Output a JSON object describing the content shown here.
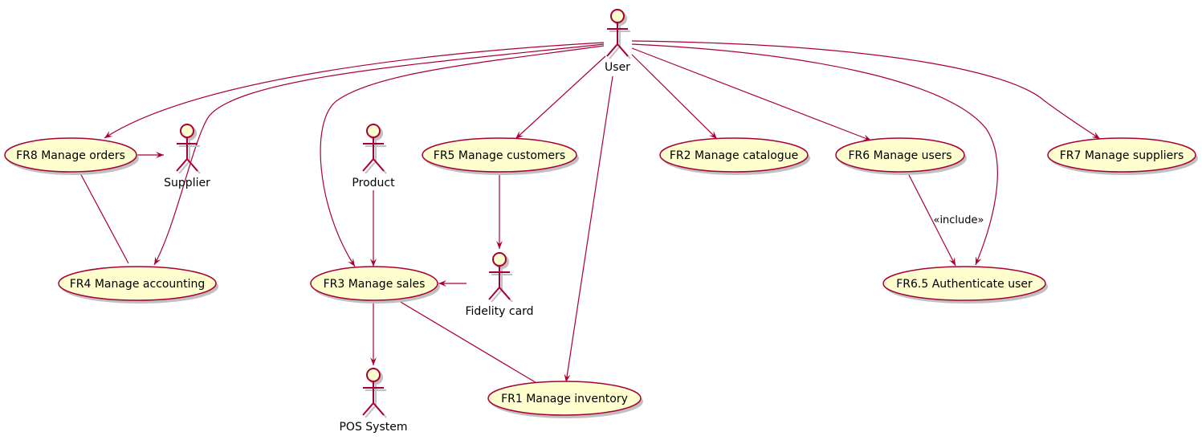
{
  "colors": {
    "line": "#A80036",
    "fill": "#FEFECE",
    "shadow": "#C0C0C0",
    "text": "#000000",
    "background": "#FFFFFF"
  },
  "actors": {
    "user": "User",
    "supplier": "Supplier",
    "product": "Product",
    "fidelity_card": "Fidelity card",
    "pos_system": "POS System"
  },
  "use_cases": {
    "fr8": "FR8 Manage orders",
    "fr5": "FR5 Manage customers",
    "fr2": "FR2 Manage catalogue",
    "fr6": "FR6 Manage users",
    "fr7": "FR7 Manage suppliers",
    "fr4": "FR4 Manage accounting",
    "fr3": "FR3 Manage sales",
    "fr65": "FR6.5 Authenticate user",
    "fr1": "FR1 Manage inventory"
  },
  "relations": {
    "include_label": "«include»"
  }
}
